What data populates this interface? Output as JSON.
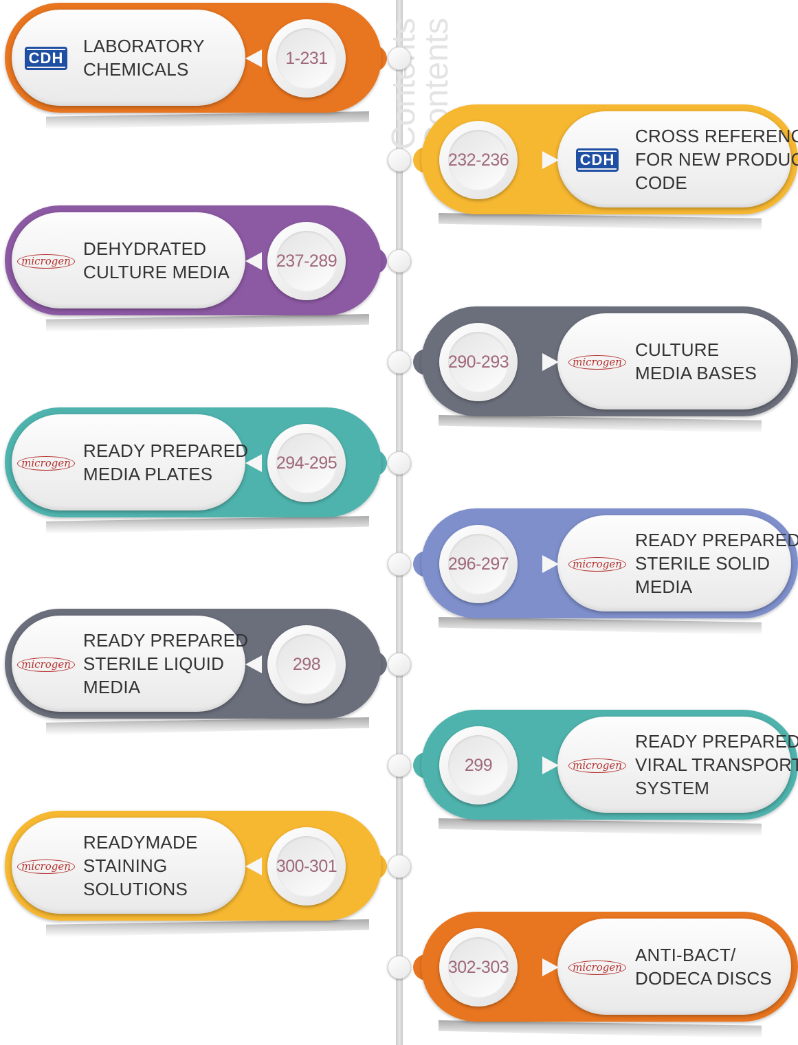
{
  "watermark": [
    "Contents",
    "Contents"
  ],
  "cards": [
    {
      "side": "left",
      "color": "#e8751f",
      "logo": "CDH",
      "pages": "1-231",
      "lines": [
        "LABORATORY",
        "CHEMICALS"
      ]
    },
    {
      "side": "right",
      "color": "#f6b731",
      "logo": "CDH",
      "pages": "232-236",
      "lines": [
        "CROSS REFERENCE",
        "FOR NEW PRODUCT",
        "CODE"
      ]
    },
    {
      "side": "left",
      "color": "#8c59a3",
      "logo": "microgen",
      "pages": "237-289",
      "lines": [
        "DEHYDRATED",
        "CULTURE MEDIA"
      ]
    },
    {
      "side": "right",
      "color": "#6b6f7c",
      "logo": "microgen",
      "pages": "290-293",
      "lines": [
        "CULTURE",
        "MEDIA BASES"
      ]
    },
    {
      "side": "left",
      "color": "#4fb3ad",
      "logo": "microgen",
      "pages": "294-295",
      "lines": [
        "READY PREPARED",
        "MEDIA PLATES"
      ]
    },
    {
      "side": "right",
      "color": "#7e8fcb",
      "logo": "microgen",
      "pages": "296-297",
      "lines": [
        "READY PREPARED",
        "STERILE SOLID",
        "MEDIA"
      ]
    },
    {
      "side": "left",
      "color": "#6b6f7c",
      "logo": "microgen",
      "pages": "298",
      "lines": [
        "READY PREPARED",
        "STERILE LIQUID",
        "MEDIA"
      ]
    },
    {
      "side": "right",
      "color": "#4fb3ad",
      "logo": "microgen",
      "pages": "299",
      "lines": [
        "READY PREPARED",
        "VIRAL TRANSPORT",
        "SYSTEM"
      ]
    },
    {
      "side": "left",
      "color": "#f6b731",
      "logo": "microgen",
      "pages": "300-301",
      "lines": [
        "READYMADE",
        "STAINING",
        "SOLUTIONS"
      ]
    },
    {
      "side": "right",
      "color": "#e8751f",
      "logo": "microgen",
      "pages": "302-303",
      "lines": [
        "ANTI-BACT/",
        "DODECA DISCS"
      ]
    }
  ],
  "logos": {
    "CDH": "CDH",
    "microgen": "microgen"
  }
}
